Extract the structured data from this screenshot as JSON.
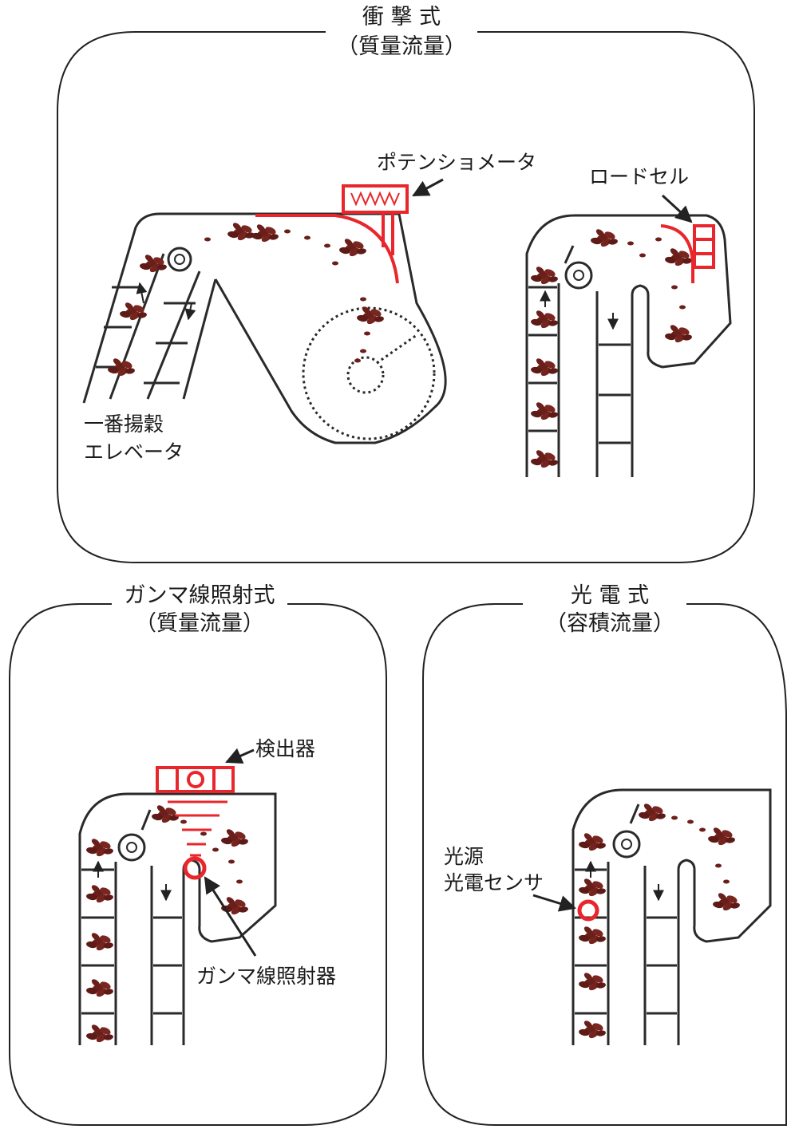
{
  "colors": {
    "sensor": "#e8262b",
    "grain": "#6b1f1a",
    "line": "#2a2a2a"
  },
  "panels": {
    "impact": {
      "title": "衝 撃 式",
      "subtitle": "（質量流量）",
      "potentiometer_label": "ポテンショメータ",
      "loadcell_label": "ロードセル",
      "elevator_label_line1": "一番揚穀",
      "elevator_label_line2": "エレベータ"
    },
    "gamma": {
      "title": "ガンマ線照射式",
      "subtitle": "（質量流量）",
      "detector_label": "検出器",
      "emitter_label": "ガンマ線照射器"
    },
    "photo": {
      "title": "光 電 式",
      "subtitle": "（容積流量）",
      "sensor_label_line1": "光源",
      "sensor_label_line2": "光電センサ"
    }
  }
}
